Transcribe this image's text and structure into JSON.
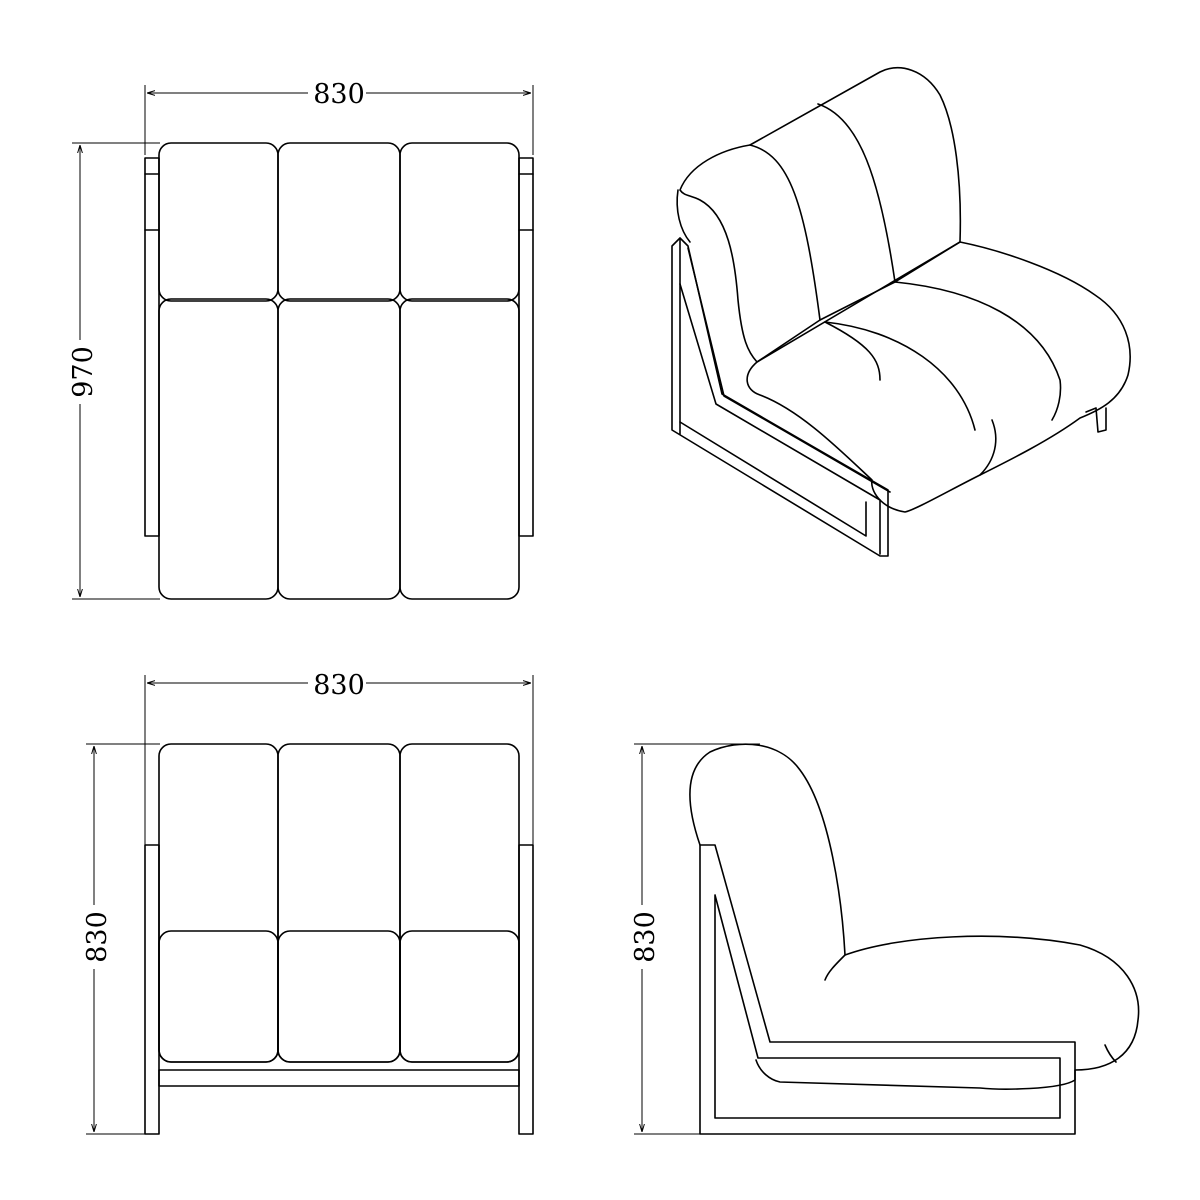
{
  "views": {
    "top": {
      "width_label": "830",
      "depth_label": "970"
    },
    "front": {
      "width_label": "830",
      "height_label": "830"
    },
    "side": {
      "height_label": "830"
    }
  }
}
